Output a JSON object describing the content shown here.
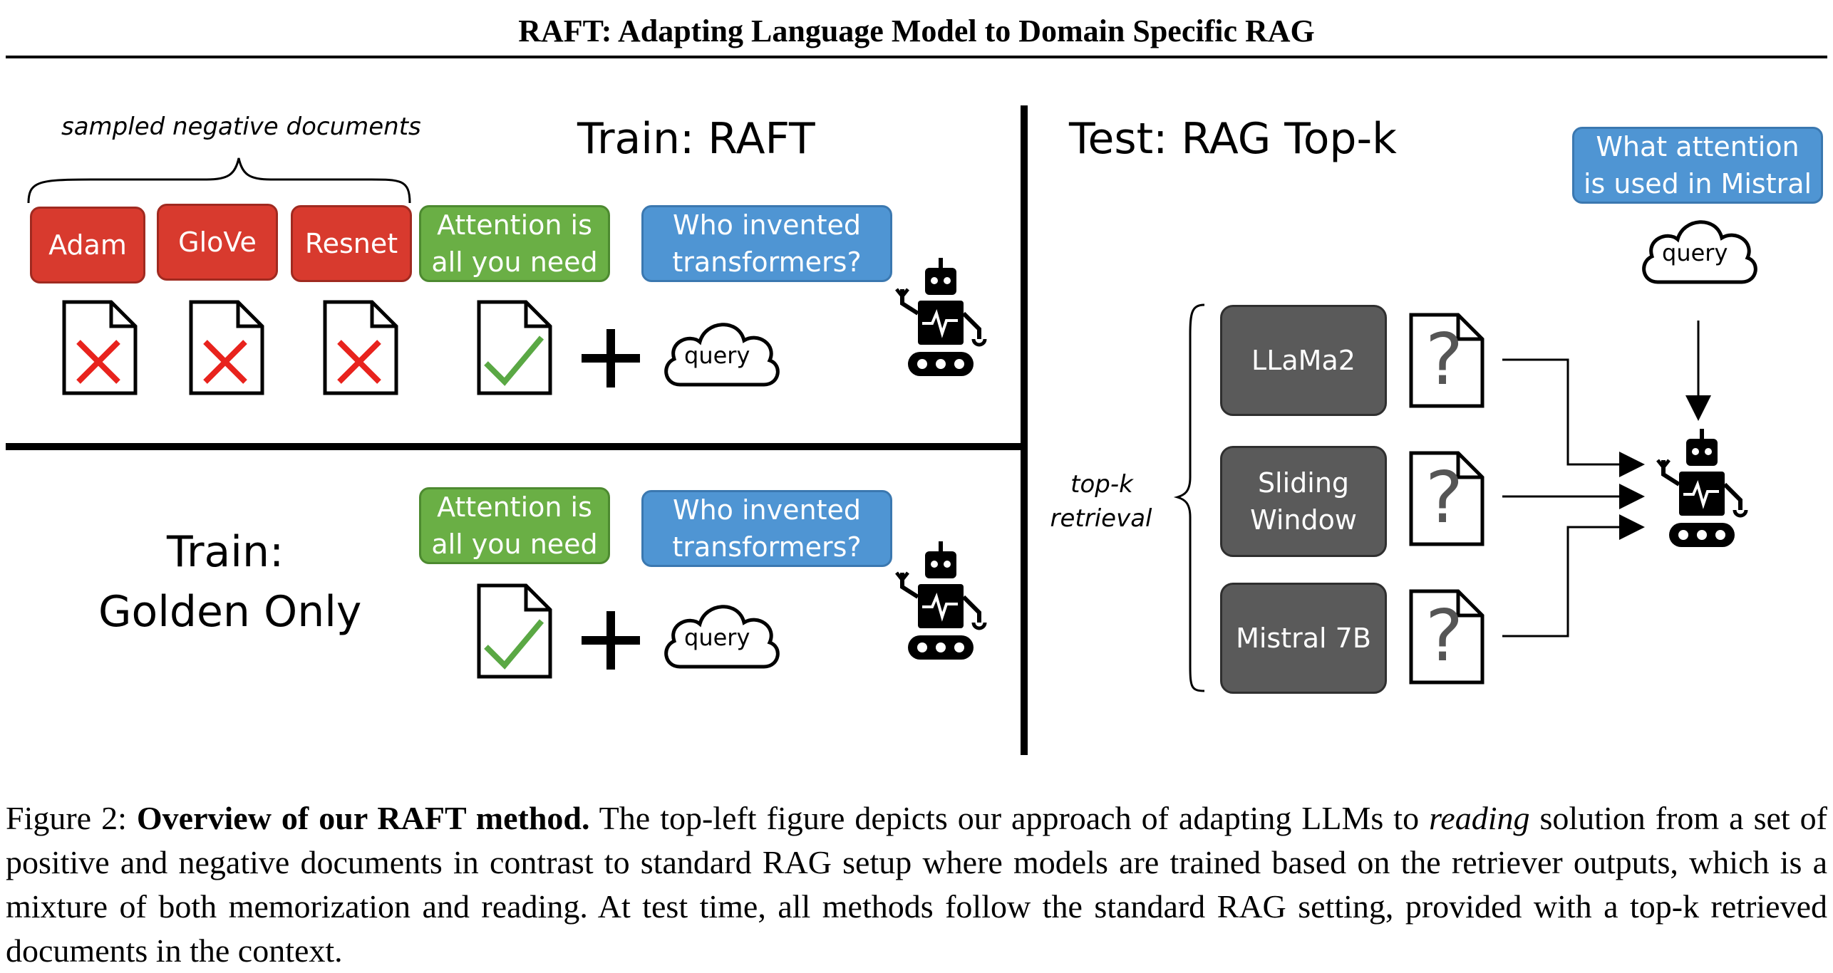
{
  "paper": {
    "running_title": "RAFT: Adapting Language Model to Domain Specific RAG"
  },
  "figure": {
    "raft": {
      "title": "Train: RAFT",
      "negatives_label": "sampled negative documents",
      "negative_docs": [
        "Adam",
        "GloVe",
        "Resnet"
      ],
      "golden_doc": "Attention is all you need",
      "golden_doc_line1": "Attention is",
      "golden_doc_line2": "all you need",
      "question_line1": "Who invented",
      "question_line2": "transformers?",
      "query": "query"
    },
    "golden_only": {
      "title_line1": "Train:",
      "title_line2": "Golden Only",
      "golden_doc_line1": "Attention is",
      "golden_doc_line2": "all you need",
      "question_line1": "Who invented",
      "question_line2": "transformers?",
      "query": "query"
    },
    "test": {
      "title": "Test: RAG Top-k",
      "question_line1": "What attention",
      "question_line2": "is used in Mistral",
      "query": "query",
      "retrieval_label_line1": "top-k",
      "retrieval_label_line2": "retrieval",
      "retrieved_docs": [
        {
          "line1": "LLaMa2",
          "line2": ""
        },
        {
          "line1": "Sliding",
          "line2": "Window"
        },
        {
          "line1": "Mistral 7B",
          "line2": ""
        }
      ],
      "unknown_mark": "?"
    },
    "colors": {
      "negative": "#d83a2e",
      "golden": "#6aaf45",
      "question": "#4f95d3",
      "retrieved": "#5a5a5a",
      "cross": "#e8231d",
      "check": "#5aa844"
    }
  },
  "caption": {
    "label": "Figure 2:",
    "bold": "Overview of our RAFT method.",
    "text1": " The top-left figure depicts our approach of adapting LLMs to ",
    "italic": "reading",
    "text2": " solution from a set of positive and negative documents in contrast to standard RAG setup where models are trained based on the retriever outputs, which is a mixture of both memorization and reading. At test time, all methods follow the standard RAG setting, provided with a top-k retrieved documents in the context."
  }
}
